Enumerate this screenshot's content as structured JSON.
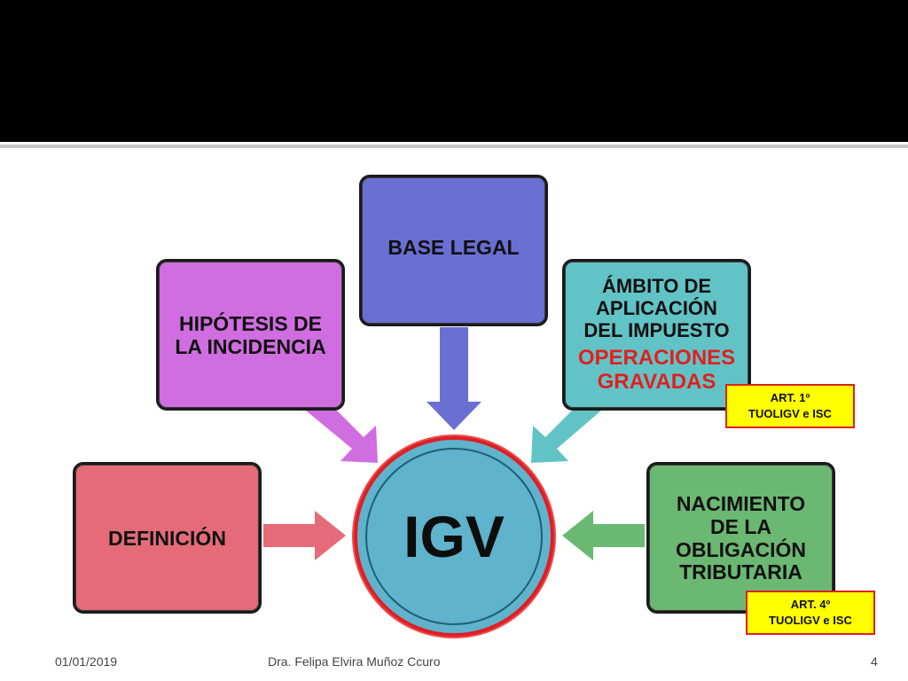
{
  "colors": {
    "header": "#000000",
    "definicion": "#e56b78",
    "hipotesis": "#d06de0",
    "base_legal": "#6a6fd4",
    "ambito": "#62c3c6",
    "nacimiento": "#6bb872",
    "igv": "#5fb3cc",
    "igv_ring": "#dd1f26",
    "note_bg": "#ffff00",
    "red_text": "#e02020"
  },
  "diagram": {
    "center": "IGV",
    "nodes": {
      "definicion": "DEFINICIÓN",
      "hipotesis": [
        "HIPÓTESIS DE",
        "LA INCIDENCIA"
      ],
      "base_legal": "BASE LEGAL",
      "ambito": [
        "ÁMBITO DE",
        "APLICACIÓN",
        "DEL IMPUESTO"
      ],
      "ambito_sub": [
        "OPERACIONES",
        "GRAVADAS"
      ],
      "nacimiento": [
        "NACIMIENTO",
        "DE LA",
        "OBLIGACIÓN",
        "TRIBUTARIA"
      ]
    },
    "notes": {
      "art1": [
        "ART. 1º",
        "TUOLIGV e ISC"
      ],
      "art4": [
        "ART. 4º",
        "TUOLIGV e ISC"
      ]
    }
  },
  "footer": {
    "date": "01/01/2019",
    "author": "Dra. Felipa Elvira Muñoz Ccuro",
    "page": "4"
  }
}
